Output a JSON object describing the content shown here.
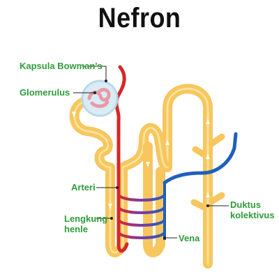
{
  "title": "Nefron",
  "labels": {
    "kapsula": "Kapsula Bowman's",
    "glomerulus": "Glomerulus",
    "arteri": "Arteri",
    "lengkung_line1": "Lengkung",
    "lengkung_line2": "henle",
    "vena": "Vena",
    "duktus_line1": "Duktus",
    "duktus_line2": "kolektivus"
  },
  "colors": {
    "label_text": "#2e9c3a",
    "tubule": "#f7c65e",
    "tubule_highlight": "#fde9a8",
    "artery": "#d62828",
    "vein": "#1f5fbf",
    "mid_vessel": "#7a3aa8",
    "capsule": "#d9ecf5",
    "glomerulus": "#e99aa6"
  }
}
